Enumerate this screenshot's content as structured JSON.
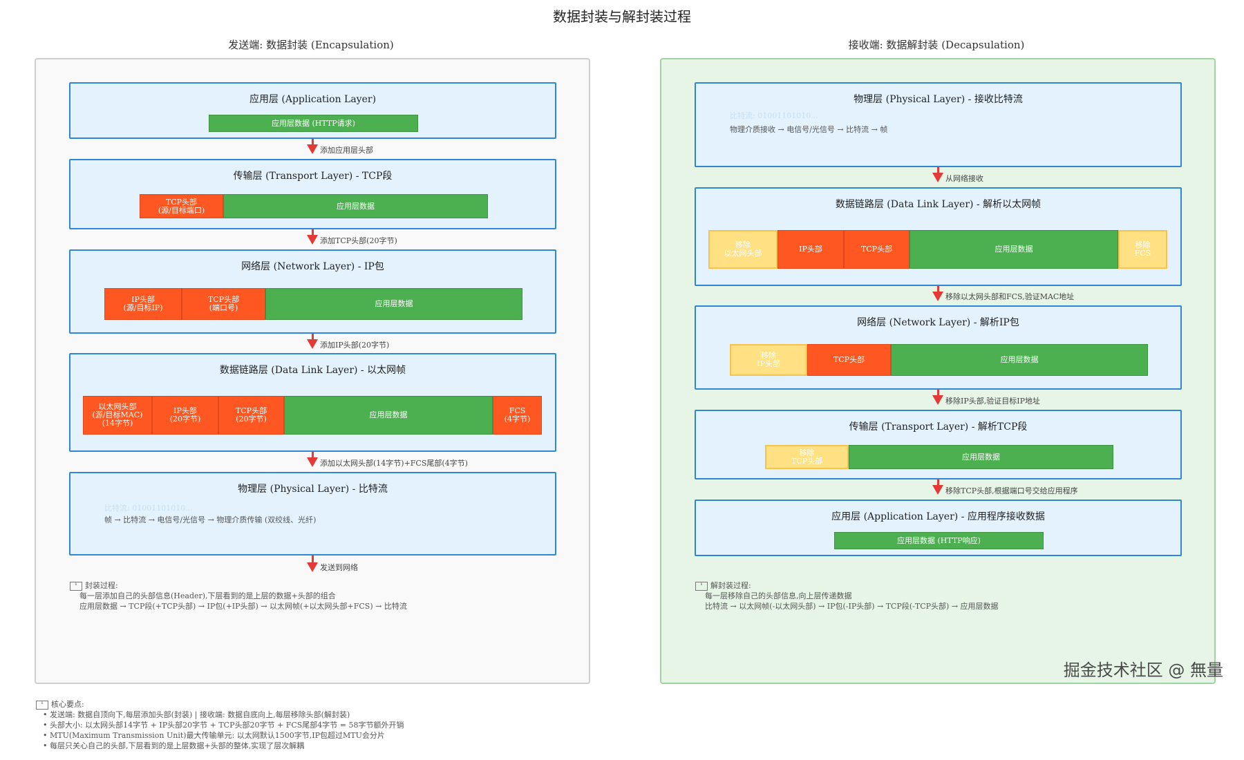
{
  "title": "数据封装与解封装过程",
  "left": {
    "heading": "发送端: 数据封装 (Encapsulation)",
    "layers": [
      {
        "title": "应用层 (Application Layer)",
        "segments": [
          "应用层数据 (HTTP请求)"
        ]
      },
      {
        "title": "传输层 (Transport Layer) - TCP段",
        "segments": [
          "TCP头部\n(源/目标端口)",
          "应用层数据"
        ]
      },
      {
        "title": "网络层 (Network Layer) - IP包",
        "segments": [
          "IP头部\n(源/目标IP)",
          "TCP头部\n(端口号)",
          "应用层数据"
        ]
      },
      {
        "title": "数据链路层 (Data Link Layer) - 以太网帧",
        "segments": [
          "以太网头部\n(源/目标MAC)\n(14字节)",
          "IP头部\n(20字节)",
          "TCP头部\n(20字节)",
          "应用层数据",
          "FCS\n(4字节)"
        ]
      },
      {
        "title": "物理层 (Physical Layer) - 比特流",
        "bits": "比特流: 01001101010...",
        "flow": "帧 → 比特流 → 电信号/光信号 → 物理介质传输 (双绞线、光纤)"
      }
    ],
    "arrows": [
      "添加应用层头部",
      "添加TCP头部(20字节)",
      "添加IP头部(20字节)",
      "添加以太网头部(14字节)+FCS尾部(4字节)",
      "发送到网络"
    ],
    "note": {
      "icon": "ℹ",
      "heading": "封装过程:",
      "lines": [
        "每一层添加自己的头部信息(Header),下层看到的是上层的数据+头部的组合",
        "应用层数据 → TCP段(+TCP头部) → IP包(+IP头部) → 以太网帧(+以太网头部+FCS) → 比特流"
      ]
    }
  },
  "right": {
    "heading": "接收端: 数据解封装 (Decapsulation)",
    "layers": [
      {
        "title": "物理层 (Physical Layer) - 接收比特流",
        "bits": "比特流: 01001101010...",
        "flow": "物理介质接收 → 电信号/光信号 → 比特流 → 帧"
      },
      {
        "title": "数据链路层 (Data Link Layer) - 解析以太网帧",
        "segments": [
          "移除\n以太网头部",
          "IP头部",
          "TCP头部",
          "应用层数据",
          "移除\nFCS"
        ]
      },
      {
        "title": "网络层 (Network Layer) - 解析IP包",
        "segments": [
          "移除\nIP头部",
          "TCP头部",
          "应用层数据"
        ]
      },
      {
        "title": "传输层 (Transport Layer) - 解析TCP段",
        "segments": [
          "移除\nTCP头部",
          "应用层数据"
        ]
      },
      {
        "title": "应用层 (Application Layer) - 应用程序接收数据",
        "segments": [
          "应用层数据 (HTTP响应)"
        ]
      }
    ],
    "arrows": [
      "从网络接收",
      "移除以太网头部和FCS,验证MAC地址",
      "移除IP头部,验证目标IP地址",
      "移除TCP头部,根据端口号交给应用程序"
    ],
    "note": {
      "icon": "ℹ",
      "heading": "解封装过程:",
      "lines": [
        "每一层移除自己的头部信息,向上层传递数据",
        "比特流 → 以太网帧(-以太网头部) → IP包(-IP头部) → TCP段(-TCP头部) → 应用层数据"
      ]
    }
  },
  "key_points": {
    "icon": "ℹ",
    "heading": "核心要点:",
    "lines": [
      "• 发送端: 数据自顶向下,每层添加头部(封装) | 接收端: 数据自底向上,每层移除头部(解封装)",
      "• 头部大小: 以太网头部14字节 + IP头部20字节 + TCP头部20字节 + FCS尾部4字节 = 58字节额外开销",
      "• MTU(Maximum Transmission Unit)最大传输单元: 以太网默认1500字节,IP包超过MTU会分片",
      "• 每层只关心自己的头部,下层看到的是上层数据+头部的整体,实现了层次解耦"
    ]
  },
  "watermark": "掘金技术社区 @ 無量",
  "colors": {
    "header": "#ff5722",
    "data": "#4caf50",
    "removed": "#ffe082",
    "layer_bg": "#e3f2fd",
    "layer_border": "#2f86d6",
    "arrow": "#e53935",
    "recv_panel": "#e6f5e6"
  }
}
